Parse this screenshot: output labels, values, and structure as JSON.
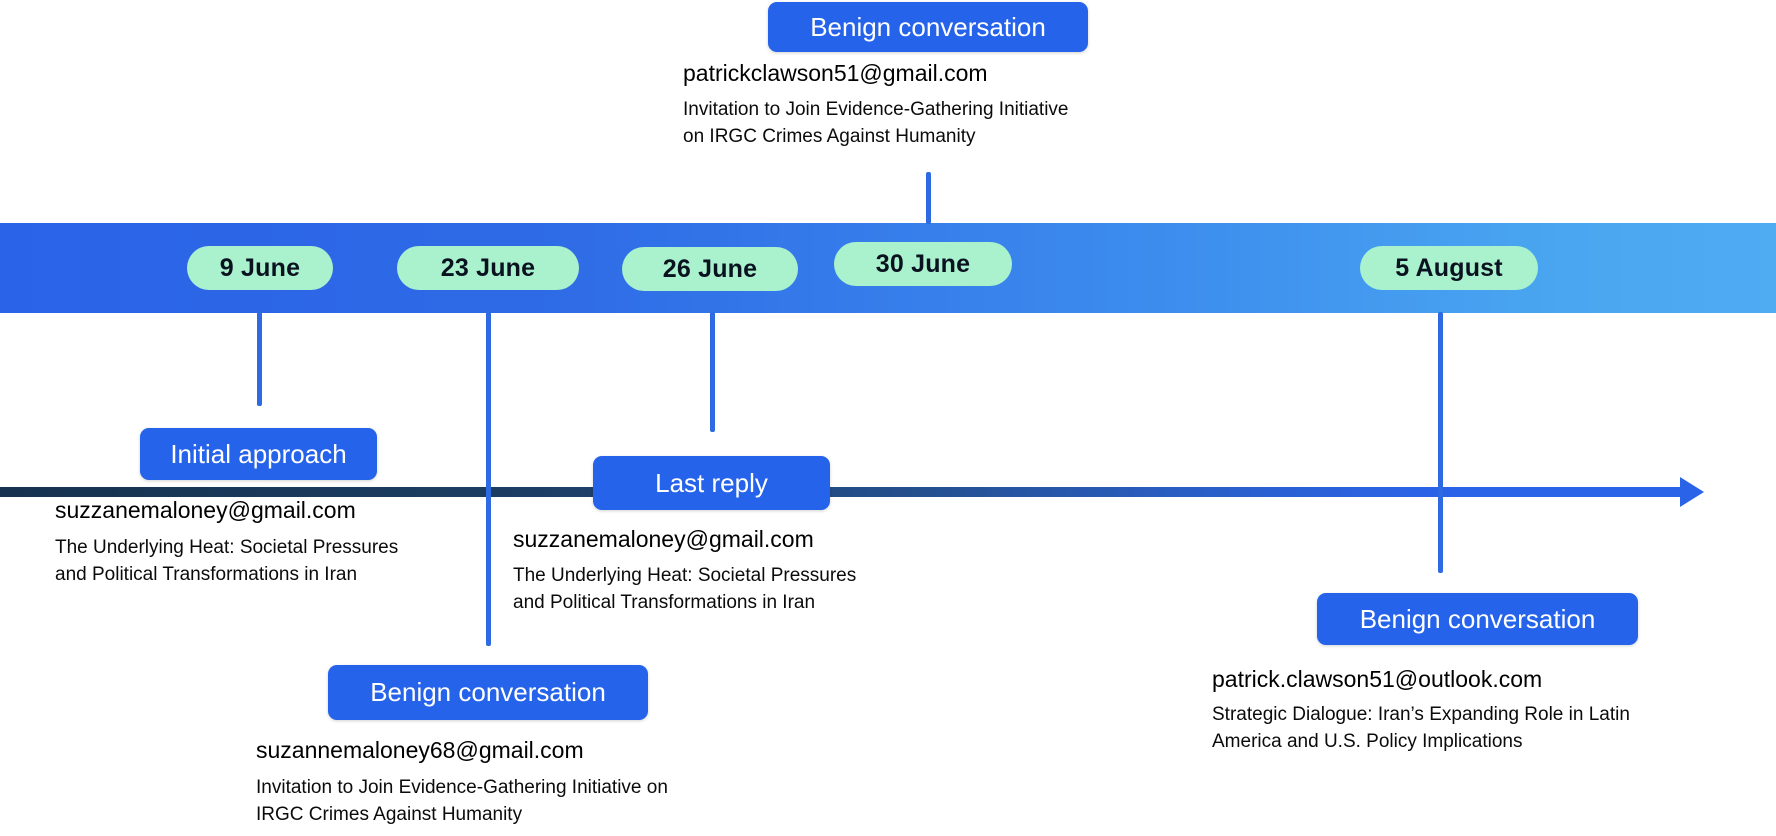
{
  "diagram": {
    "type": "email-campaign-timeline",
    "dates": [
      "9 June",
      "23 June",
      "26 June",
      "30 June",
      "5 August"
    ],
    "events": [
      {
        "date": "30 June",
        "side": "above",
        "label": "Benign conversation",
        "email": "patrickclawson51@gmail.com",
        "subject_lines": [
          "Invitation to Join Evidence-Gathering Initiative",
          "on IRGC Crimes Against Humanity"
        ]
      },
      {
        "date": "9 June",
        "side": "below",
        "label": "Initial approach",
        "email": "suzzanemaloney@gmail.com",
        "subject_lines": [
          "The Underlying Heat: Societal Pressures",
          "and Political Transformations in Iran"
        ]
      },
      {
        "date": "26 June",
        "side": "below",
        "label": "Last reply",
        "email": "suzzanemaloney@gmail.com",
        "subject_lines": [
          "The Underlying Heat: Societal Pressures",
          "and Political Transformations in Iran"
        ]
      },
      {
        "date": "23 June",
        "side": "below",
        "label": "Benign conversation",
        "email": "suzannemaloney68@gmail.com",
        "subject_lines": [
          "Invitation to Join Evidence-Gathering Initiative on",
          "IRGC Crimes Against Humanity"
        ]
      },
      {
        "date": "5 August",
        "side": "below",
        "label": "Benign conversation",
        "email": "patrick.clawson51@outlook.com",
        "subject_lines": [
          "Strategic Dialogue: Iran’s Expanding Role in Latin",
          "America and U.S. Policy Implications"
        ]
      }
    ],
    "colors": {
      "bar_gradient_left": "#2b63e8",
      "bar_gradient_right": "#4aa6f0",
      "axis_line_dark": "#16324f",
      "axis_line_blue": "#2b63e8",
      "date_pill_bg": "#a9f2cd",
      "date_pill_text": "#0a1220",
      "event_pill_bg": "#2563eb",
      "event_pill_text": "#ffffff",
      "connector": "#2e6be2"
    }
  }
}
